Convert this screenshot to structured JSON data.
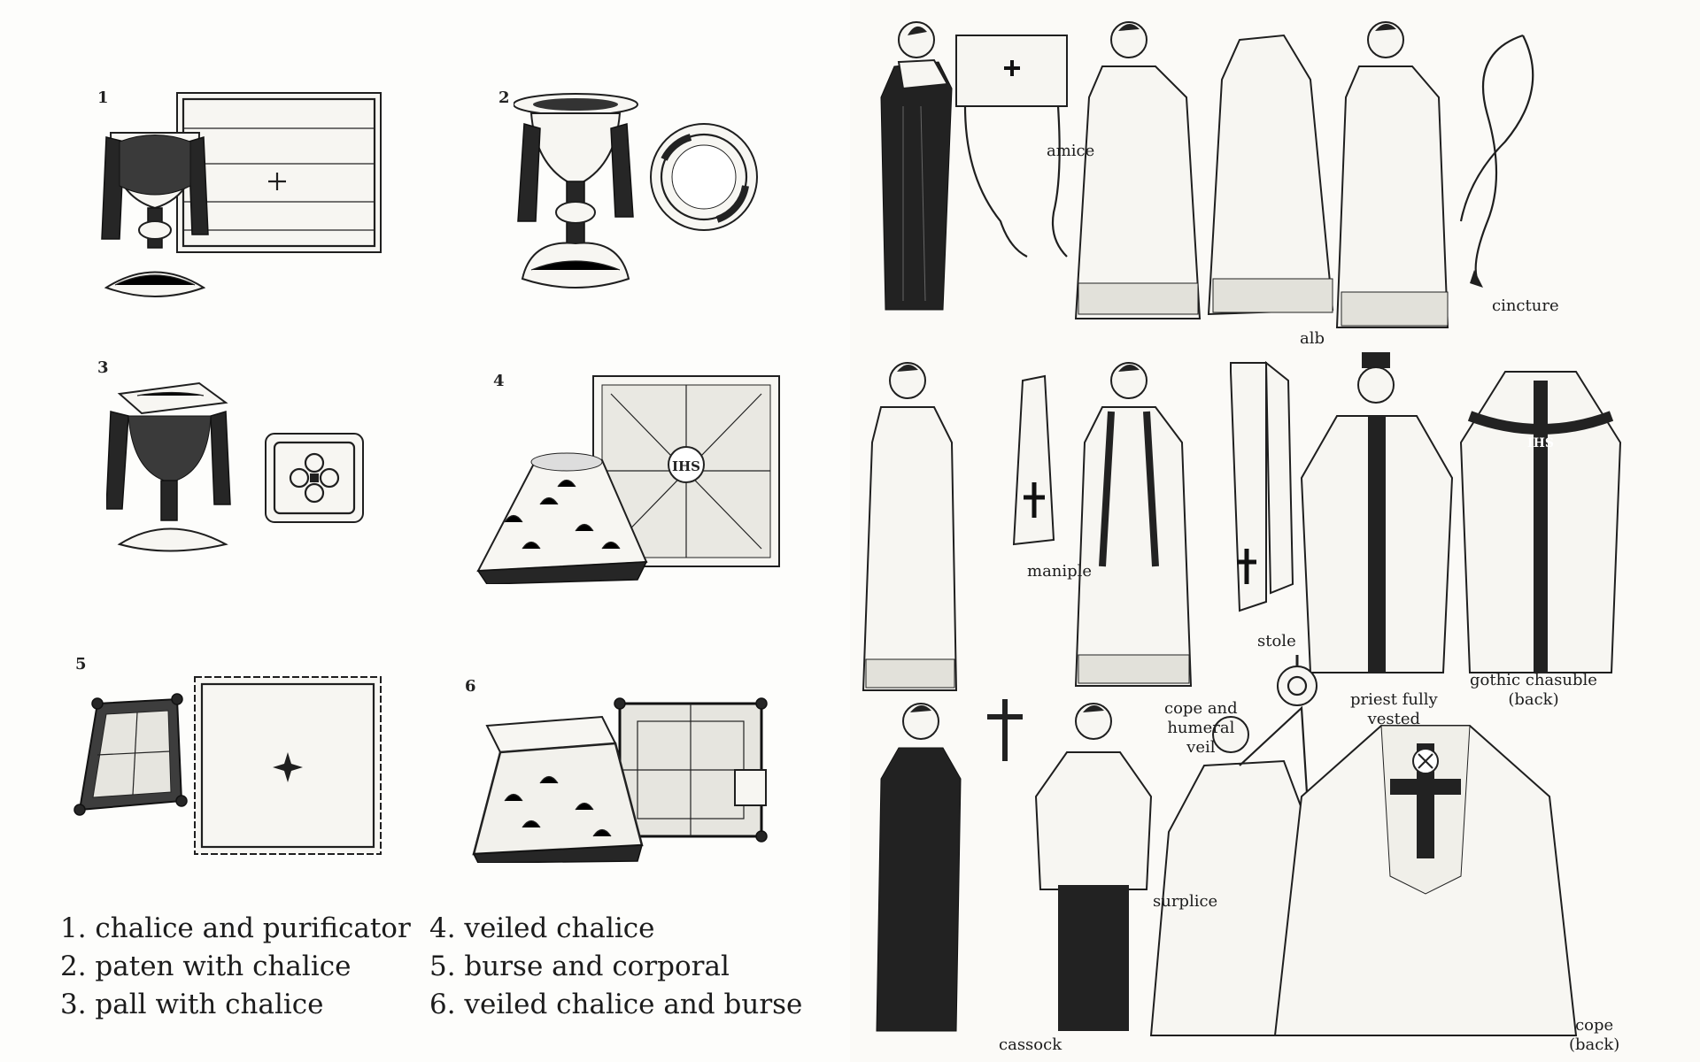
{
  "figure_numbers": [
    "1",
    "2",
    "3",
    "4",
    "5",
    "6"
  ],
  "captions": {
    "col1": [
      "1. chalice and purificator",
      "2. paten with chalice",
      "3. pall with chalice"
    ],
    "col2": [
      "4. veiled chalice",
      "5. burse and corporal",
      "6. veiled chalice and burse"
    ]
  },
  "vestment_labels": {
    "amice": "amice",
    "alb": "alb",
    "cincture": "cincture",
    "maniple": "maniple",
    "stole": "stole",
    "priest_fully_vested": [
      "priest fully",
      "vested"
    ],
    "gothic_chasuble": [
      "gothic chasuble",
      "(back)"
    ],
    "cope_and_humeral_veil": [
      "cope and",
      "humeral",
      "veil"
    ],
    "surplice": "surplice",
    "cassock": "cassock",
    "cope": [
      "cope",
      "(back)"
    ]
  },
  "icons": [
    "cross-icon",
    "ihs-monogram-icon",
    "chi-rho-icon",
    "monstrance-icon",
    "crucifix-icon",
    "star-icon"
  ],
  "colors": {
    "ink": "#1f1f1f",
    "paper_left": "#fdfdfb",
    "paper_right": "#fbfaf7"
  }
}
